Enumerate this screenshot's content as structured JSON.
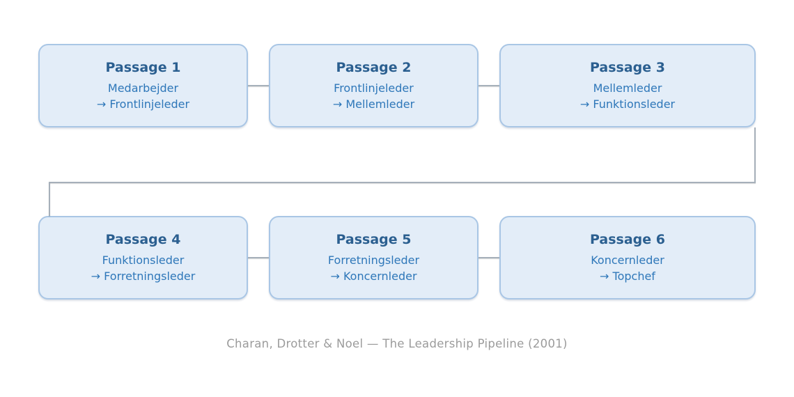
{
  "diagram": {
    "boxes": [
      {
        "title": "Passage 1",
        "from_role": "Medarbejder",
        "to_role": "→ Frontlinjeleder"
      },
      {
        "title": "Passage 2",
        "from_role": "Frontlinjeleder",
        "to_role": "→ Mellemleder"
      },
      {
        "title": "Passage 3",
        "from_role": "Mellemleder",
        "to_role": "→ Funktionsleder"
      },
      {
        "title": "Passage 4",
        "from_role": "Funktionsleder",
        "to_role": "→ Forretningsleder"
      },
      {
        "title": "Passage 5",
        "from_role": "Forretningsleder",
        "to_role": "→ Koncernleder"
      },
      {
        "title": "Passage 6",
        "from_role": "Koncernleder",
        "to_role": "→ Topchef"
      }
    ],
    "caption": "Charan, Drotter & Noel — The Leadership Pipeline (2001)",
    "colors": {
      "background": "#ffffff",
      "box_fill": "#e3edf8",
      "box_border": "#a9c6e5",
      "title_text": "#2b5f90",
      "subtitle_text": "#2e77b9",
      "connector": "#a6b0ba",
      "caption_text": "#9b9b9b"
    }
  }
}
